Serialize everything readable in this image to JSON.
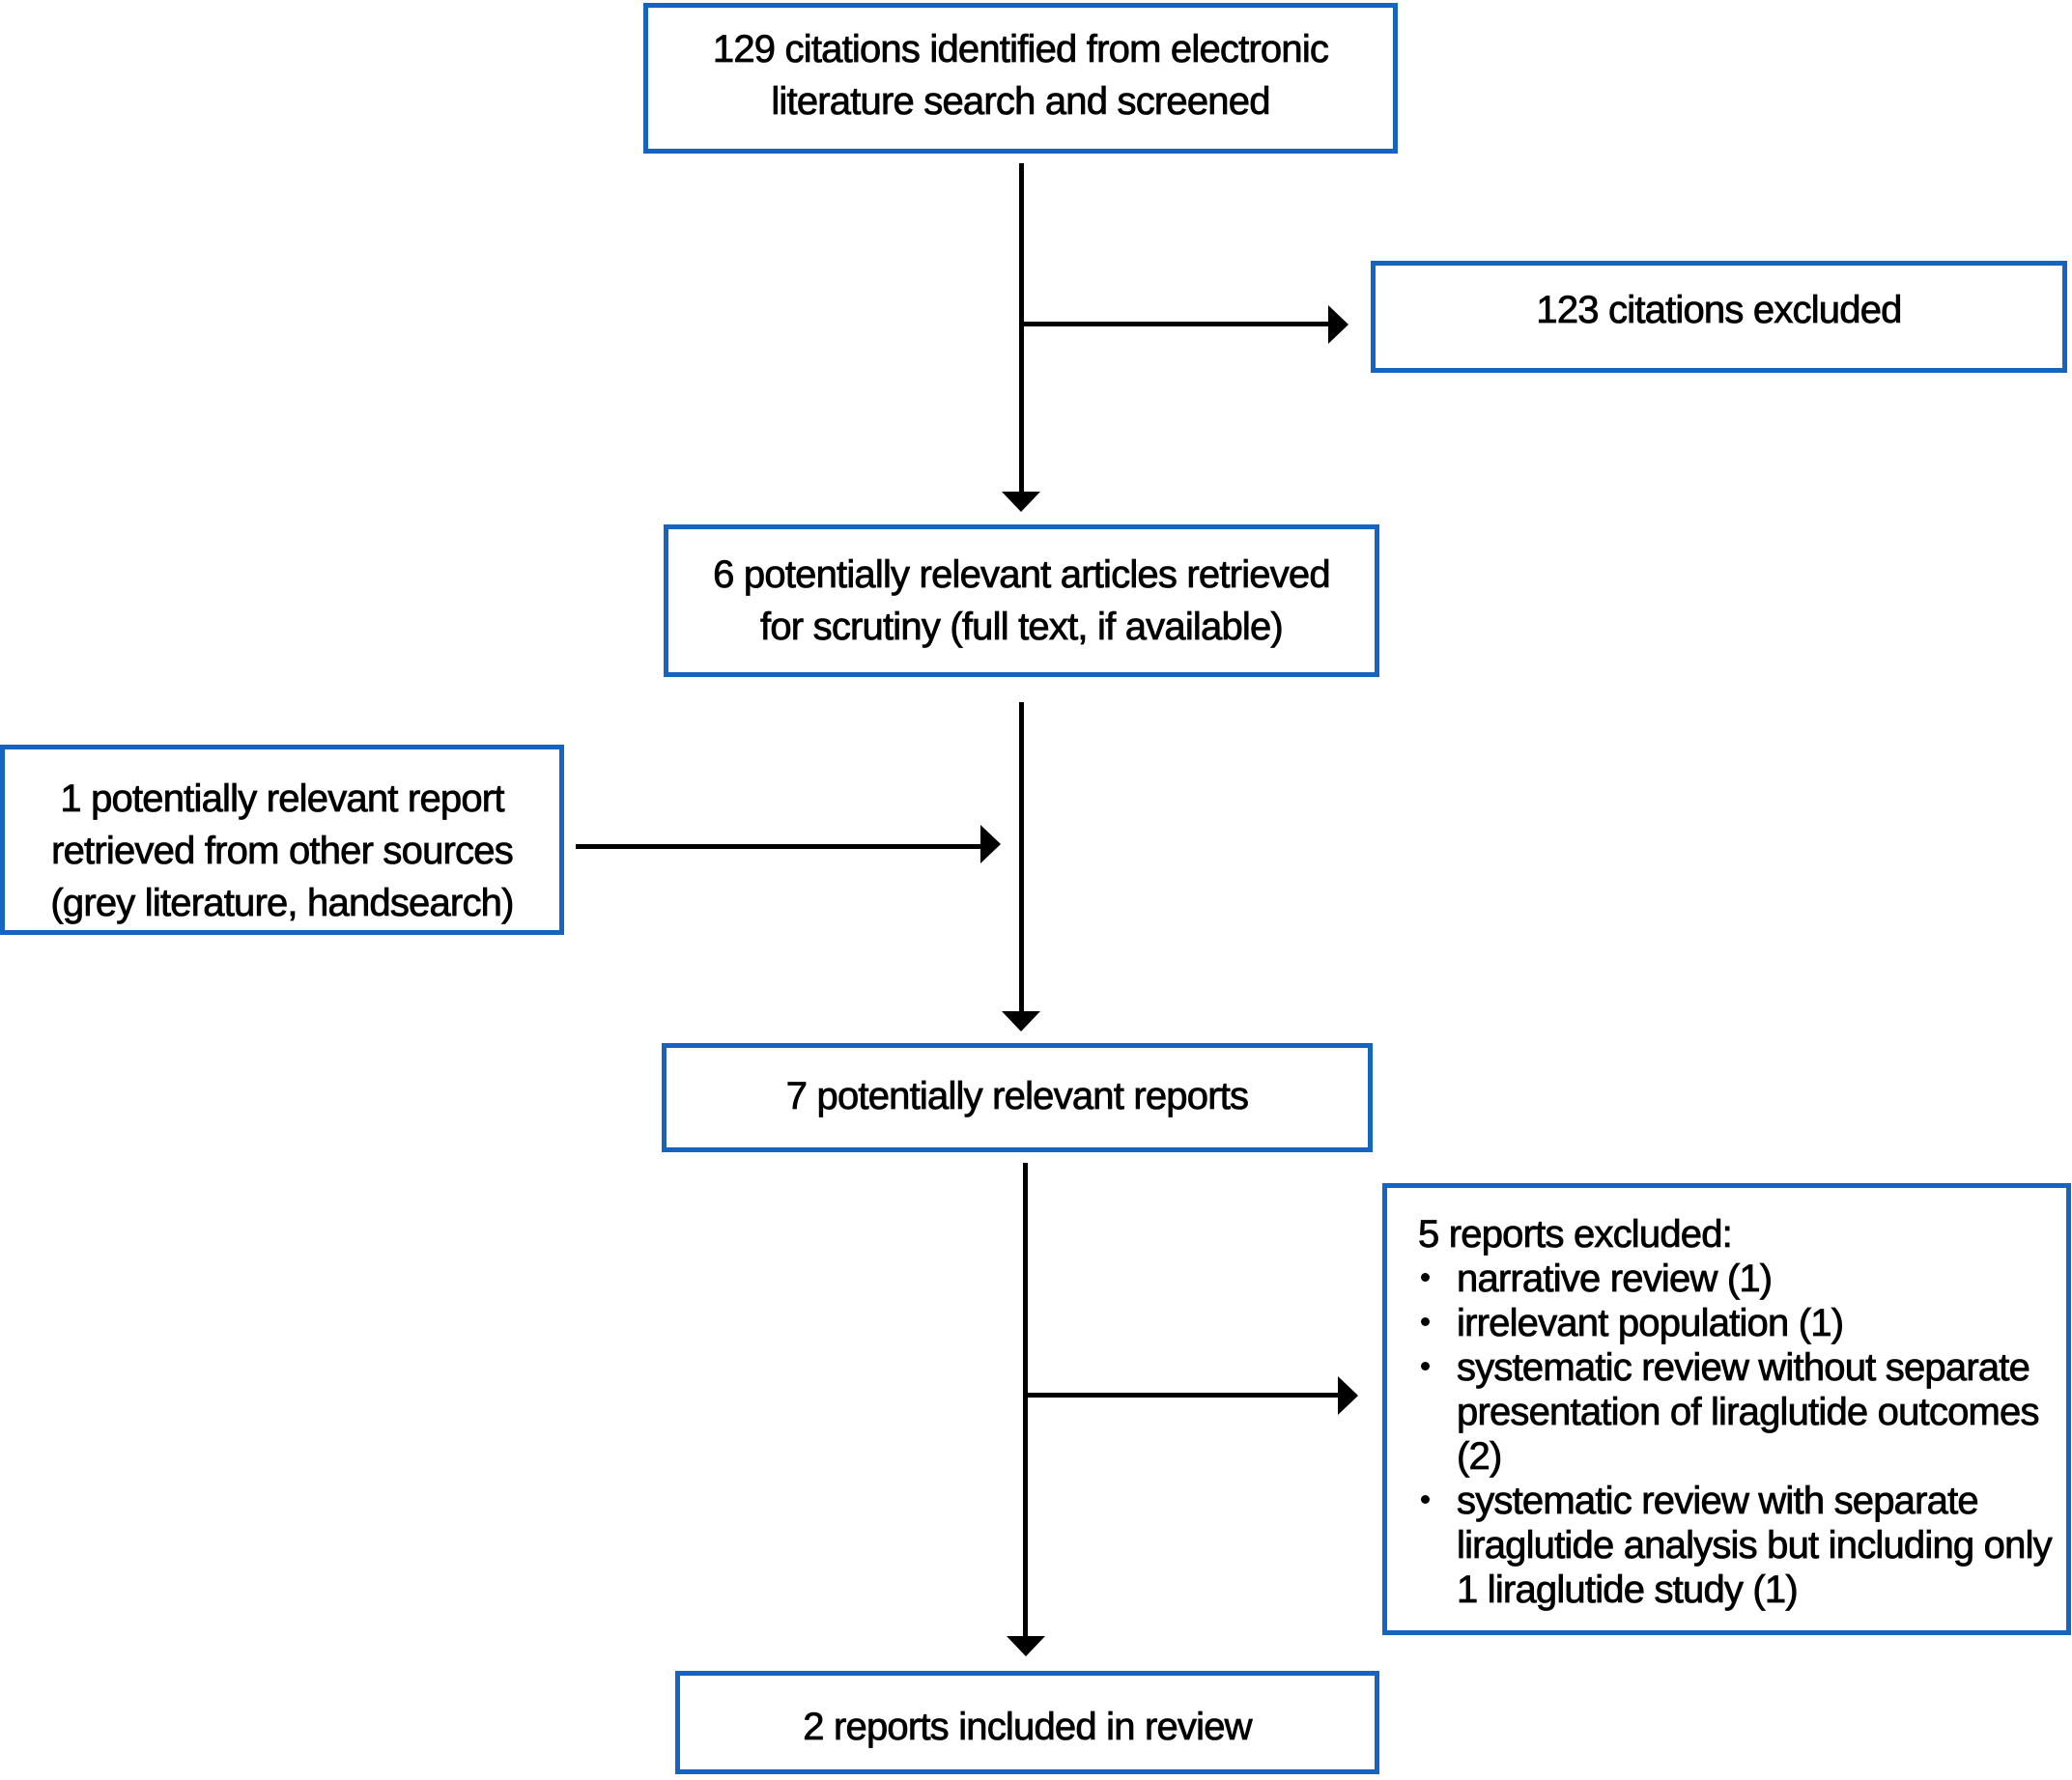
{
  "diagram": {
    "type": "literature-screening-flowchart",
    "colors": {
      "box_border": "#1565c0",
      "box_fill": "#ffffff",
      "arrow": "#000000",
      "text": "#000000"
    },
    "boxes": {
      "identified": {
        "text": "129 citations identified from electronic\nliterature search and screened"
      },
      "citations_excluded": {
        "text": "123 citations excluded"
      },
      "articles_retrieved": {
        "text": "6 potentially relevant articles retrieved\nfor scrutiny (full text, if available)"
      },
      "other_sources": {
        "text": "1 potentially relevant report\nretrieved from other sources\n(grey literature, handsearch)"
      },
      "relevant_reports": {
        "text": "7 potentially relevant reports"
      },
      "reports_excluded": {
        "title": "5 reports excluded:",
        "items": [
          "narrative review (1)",
          "irrelevant population (1)",
          "systematic review without separate\npresentation of liraglutide outcomes\n(2)",
          "systematic review with separate\nliraglutide analysis but including only\n1 liraglutide study (1)"
        ]
      },
      "reports_included": {
        "text": "2 reports included in review"
      }
    }
  }
}
